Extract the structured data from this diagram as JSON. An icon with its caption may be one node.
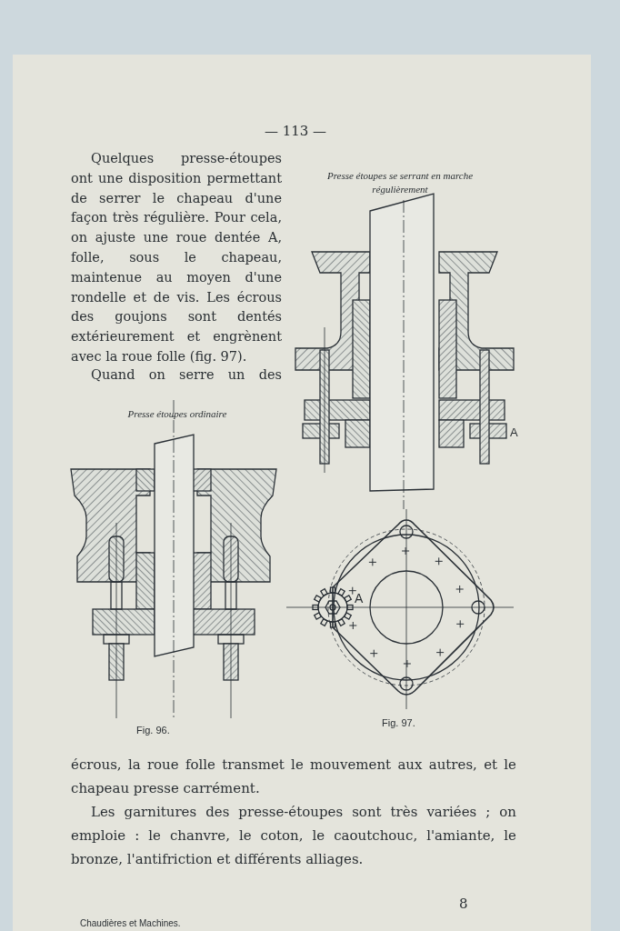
{
  "diagram": {
    "labels": [
      "— 113 —",
      "Quelques presse-étoupes ont une disposition permettant de serrer le chapeau d'une façon très régulière. Pour cela, on ajuste une roue dentée A, folle, sous le chapeau, maintenue au moyen d'une rondelle et de vis. Les écrous des goujons sont dentés extérieurement et engrènent avec la roue folle (fig. 97).",
      "Quand on serre un des",
      "Presse étoupes se serrant en marche régulièrement",
      "A",
      "Presse étoupes ordinaire",
      "A",
      "Fig. 96.",
      "Fig. 97.",
      "écrous, la roue folle transmet le mouvement aux autres, et le chapeau presse carrément.",
      "Les garnitures des presse-étoupes sont très variées ; on emploie : le chanvre, le coton, le caoutchouc, l'amiante, le bronze, l'antifriction et différents alliages.",
      "8",
      "Chaudières et Machines."
    ]
  }
}
